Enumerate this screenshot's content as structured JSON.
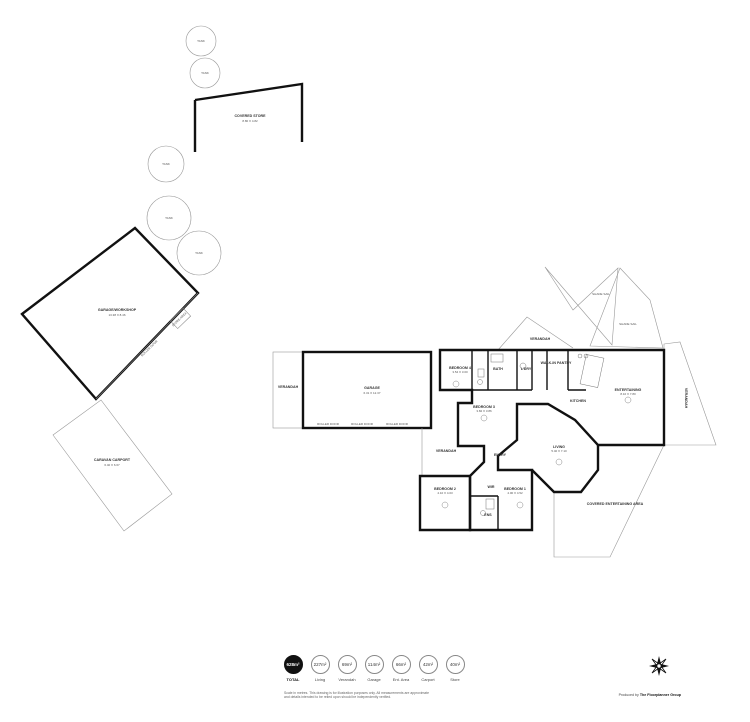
{
  "rooms": {
    "covered_store": {
      "label": "COVERED STORE",
      "dims": "8.80 X 4.82"
    },
    "garage_workshop": {
      "label": "GARAGE/WORKSHOP",
      "dims": "13.38 X 8.46",
      "sub": "STORE AREA"
    },
    "caravan_carport": {
      "label": "CARAVAN CARPORT",
      "dims": "6.40 X 6.67"
    },
    "garage": {
      "label": "GARAGE",
      "dims": "6.31 X 12.37"
    },
    "bedroom4": {
      "label": "BEDROOM 4",
      "dims": "3.54 X 3.00"
    },
    "bath": {
      "label": "BATH"
    },
    "l_dry": {
      "label": "L'DRY"
    },
    "walk_in_pantry": {
      "label": "WALK-IN PANTRY"
    },
    "kitchen": {
      "label": "KITCHEN"
    },
    "entertaining": {
      "label": "ENTERTAINING",
      "dims": "8.10 X 7.80"
    },
    "bedroom3": {
      "label": "BEDROOM 3",
      "dims": "3.82 X 3.86"
    },
    "living": {
      "label": "LIVING",
      "dims": "5.40 X 7.10"
    },
    "entry": {
      "label": "ENTRY"
    },
    "bedroom2": {
      "label": "BEDROOM 2",
      "dims": "4.10 X 4.03"
    },
    "bedroom1": {
      "label": "BEDROOM 1",
      "dims": "4.00 X 4.52"
    },
    "wir": {
      "label": "WIR"
    },
    "ens": {
      "label": "ENS"
    },
    "verandah_left": {
      "label": "VERANDAH"
    },
    "verandah_mid": {
      "label": "VERANDAH"
    },
    "verandah_top": {
      "label": "VERANDAH"
    },
    "verandah_right": {
      "label": "VERANDAH"
    },
    "covered_entertaining": {
      "label": "COVERED ENTERTAINING AREA"
    },
    "shade_sail_1": {
      "label": "SHADE SAIL"
    },
    "shade_sail_2": {
      "label": "SHADE SAIL"
    },
    "roller_door_1": {
      "label": "ROLLER DOOR"
    },
    "roller_door_2": {
      "label": "ROLLER DOOR"
    },
    "roller_door_3": {
      "label": "ROLLER DOOR"
    },
    "roller_door_ws": {
      "label": "ROLLER DOOR"
    }
  },
  "tanks": [
    "TANK",
    "TANK",
    "TANK",
    "TANK",
    "TANK"
  ],
  "stats": [
    {
      "value": "628m²",
      "label": "TOTAL",
      "total": true
    },
    {
      "value": "227m²",
      "label": "Living"
    },
    {
      "value": "69m²",
      "label": "Verandah"
    },
    {
      "value": "114m²",
      "label": "Garage"
    },
    {
      "value": "66m²",
      "label": "Ent. Area"
    },
    {
      "value": "42m²",
      "label": "Carport"
    },
    {
      "value": "40m²",
      "label": "Store"
    }
  ],
  "footer": {
    "disclaimer": "Scale in metres. This drawing is for illustration purposes only. All measurements are approximate and details intended to be relied upon should be independently verified.",
    "producer_prefix": "Produced by",
    "producer_name": "The Floorplanner Group"
  }
}
